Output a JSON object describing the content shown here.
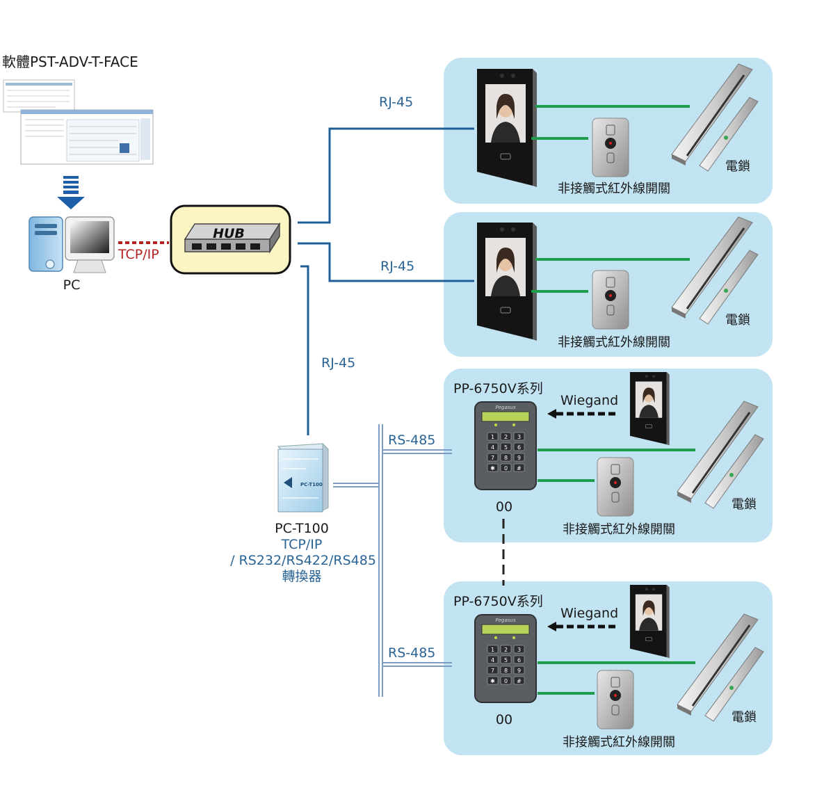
{
  "software_label": "軟體PST-ADV-T-FACE",
  "pc": {
    "label": "PC",
    "link_label": "TCP/IP"
  },
  "hub": {
    "label": "HUB"
  },
  "converter": {
    "name": "PC-T100",
    "line1": "TCP/IP",
    "line2": "/ RS232/RS422/RS485",
    "line3": "轉換器",
    "device_text": "PC-T100"
  },
  "cables": {
    "rj45_top": "RJ-45",
    "rj45_mid": "RJ-45",
    "rj45_down": "RJ-45",
    "rs485_a": "RS-485",
    "rs485_b": "RS-485"
  },
  "panels": [
    {
      "exit_switch": "非接觸式紅外線開關",
      "lock": "電鎖"
    },
    {
      "exit_switch": "非接觸式紅外線開關",
      "lock": "電鎖"
    },
    {
      "series": "PP-6750V系列",
      "wiegand": "Wiegand",
      "address": "00",
      "exit_switch": "非接觸式紅外線開關",
      "lock": "電鎖",
      "keypad_brand": "Pegasus"
    },
    {
      "series": "PP-6750V系列",
      "wiegand": "Wiegand",
      "address": "00",
      "exit_switch": "非接觸式紅外線開關",
      "lock": "電鎖",
      "keypad_brand": "Pegasus"
    }
  ],
  "keys": [
    "1",
    "2",
    "3",
    "4",
    "5",
    "6",
    "7",
    "8",
    "9",
    "✱",
    "0",
    "#"
  ],
  "colors": {
    "panel_bg": "#c2e3f2",
    "network_line": "#1f5f99",
    "rs485_line": "#7d9cc4",
    "wire_green": "#1f9d4c",
    "tcpip_dotted": "#b22222",
    "hub_fill": "#fcf5c3",
    "label_blue": "#2a6496",
    "arrow_blue": "#1c5fa8"
  }
}
